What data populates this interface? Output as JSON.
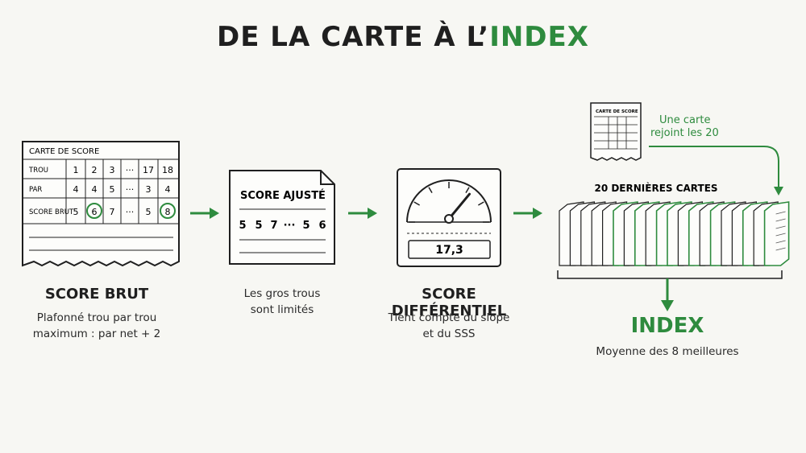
{
  "title": {
    "main": "DE LA CARTE À L’",
    "accent": "INDEX"
  },
  "colors": {
    "accent": "#2e8b3e",
    "ink": "#1f1f1f",
    "background": "#f7f7f3"
  },
  "scorecard": {
    "heading": "CARTE DE SCORE",
    "rows": [
      {
        "label": "TROU",
        "cells": [
          "1",
          "2",
          "3",
          "···",
          "17",
          "18"
        ]
      },
      {
        "label": "PAR",
        "cells": [
          "4",
          "4",
          "5",
          "···",
          "3",
          "4"
        ]
      },
      {
        "label": "SCORE BRUT",
        "cells": [
          "5",
          "6",
          "7",
          "···",
          "5",
          "8"
        ]
      }
    ],
    "circled": [
      "6",
      "8"
    ]
  },
  "step1": {
    "title": "SCORE BRUT",
    "line1": "Plafonné trou par trou",
    "line2": "maximum : par net + 2"
  },
  "adjusted": {
    "heading": "SCORE AJUSTÉ",
    "values": [
      "5",
      "5",
      "7",
      "···",
      "5",
      "6"
    ]
  },
  "step2": {
    "line1": "Les gros trous",
    "line2": "sont limités"
  },
  "gauge": {
    "value": "17,3",
    "needle_fraction": 0.72
  },
  "step3": {
    "title": "SCORE DIFFÉRENTIEL",
    "line1": "Tient compte du slope",
    "line2": "et du SSS"
  },
  "new_card": {
    "heading": "CARTE DE SCORE",
    "note_line1": "Une carte",
    "note_line2": "rejoint les 20"
  },
  "stack": {
    "label": "20 DERNIÈRES CARTES",
    "count": 20,
    "highlighted": 8
  },
  "result": {
    "title": "INDEX",
    "caption": "Moyenne des 8 meilleures"
  },
  "icons": [
    "arrow-right-icon",
    "arrow-down-icon",
    "gauge-icon",
    "scorecard-icon",
    "paper-icon"
  ]
}
